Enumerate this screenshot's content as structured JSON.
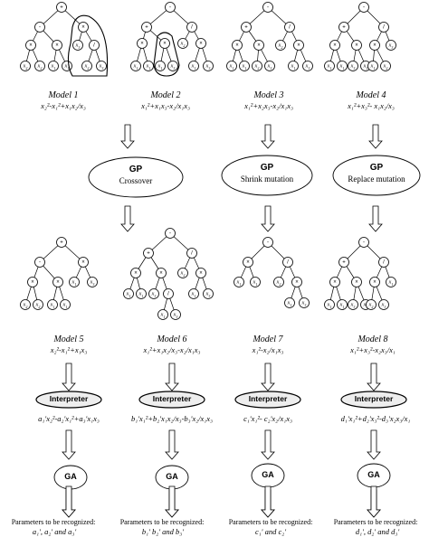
{
  "models": [
    {
      "name": "Model 1",
      "formula": "x₂²-x₁²+x₁x₂/x₃"
    },
    {
      "name": "Model 2",
      "formula": "x₁²+x₁x₃-x₂/x₁x₃"
    },
    {
      "name": "Model 3",
      "formula": "x₁²+x₂x₃-x₂/x₁x₃"
    },
    {
      "name": "Model 4",
      "formula": "x₁²+x₃²- x₁x₂/x₃"
    },
    {
      "name": "Model 5",
      "formula": "x₂²-x₁²+x₁x₃"
    },
    {
      "name": "Model 6",
      "formula": "x₁²+x₁x₂/x₃-x₂/x₁x₃"
    },
    {
      "name": "Model 7",
      "formula": "x₁²-x₂/x₁x₃"
    },
    {
      "name": "Model 8",
      "formula": "x₁²+x₃²-x₂x₃/x₁"
    }
  ],
  "gp_boxes": [
    {
      "title": "GP",
      "subtitle": "Crossover"
    },
    {
      "title": "GP",
      "subtitle": "Shrink mutation"
    },
    {
      "title": "GP",
      "subtitle": "Replace mutation"
    }
  ],
  "interpreter_label": "Interpreter",
  "interpreted": [
    "a₁'x₂²-a₂'x₁²+a₃'x₁x₃",
    "b₁'x₁²+b₂'x₁x₂/x₃-b₃'x₂/x₁x₃",
    "c₁'x₁²- c₂'x₂/x₁x₃",
    "d₁'x₁²+d₂'x₃²-d₃'x₂x₃/x₁"
  ],
  "ga_label": "GA",
  "params_heading": "Parameters to be recognized:",
  "params": [
    "a₁', a₂' and a₃'",
    "b₁' b₂' and b₃'",
    "c₁' and c₂'",
    "d₁', d₂' and d₃'"
  ]
}
